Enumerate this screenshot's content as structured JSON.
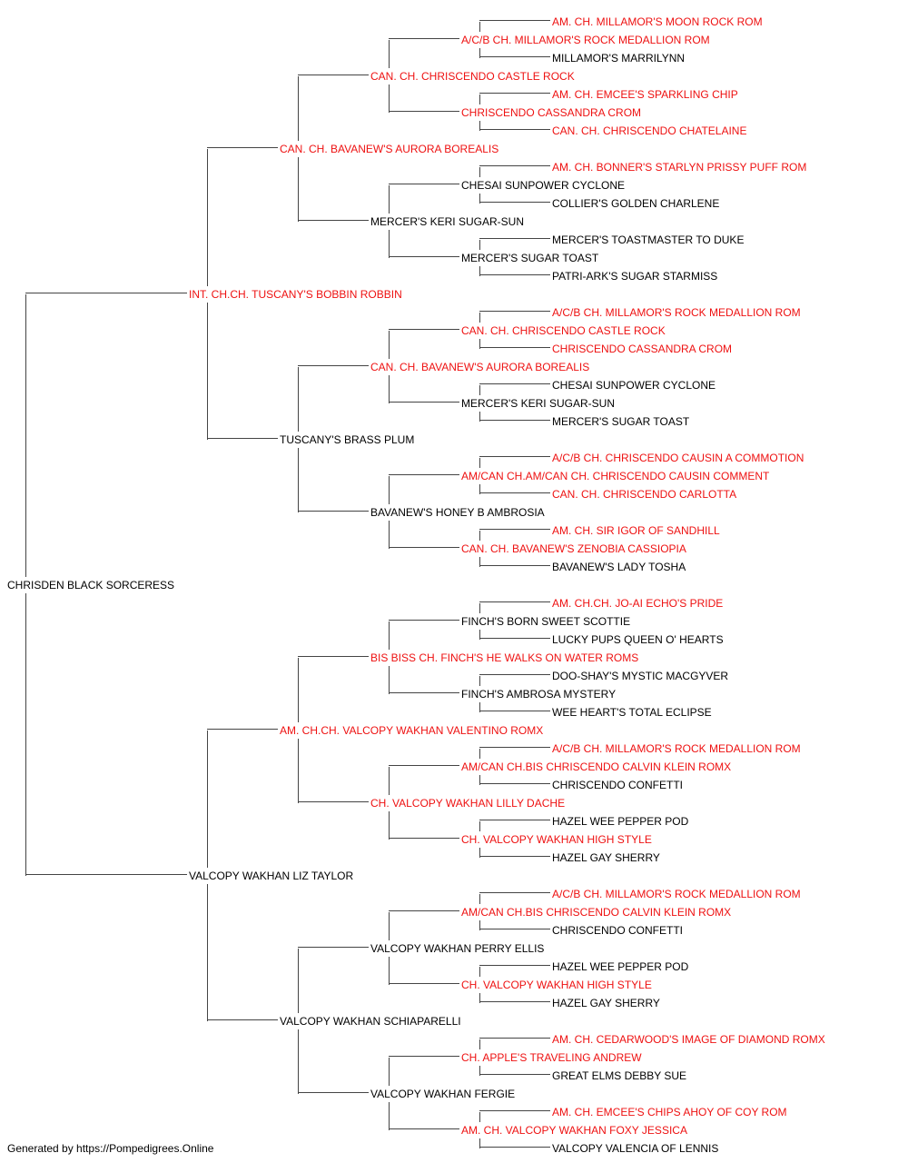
{
  "subject": {
    "name": "CHRISDEN BLACK SORCERESS",
    "champion": false
  },
  "ancestors": [
    {
      "name": "INT. CH.CH. TUSCANY'S BOBBIN ROBBIN",
      "champion": true
    },
    {
      "name": "VALCOPY WAKHAN LIZ TAYLOR",
      "champion": false
    },
    {
      "name": "CAN. CH. BAVANEW'S AURORA BOREALIS",
      "champion": true
    },
    {
      "name": "TUSCANY'S BRASS PLUM",
      "champion": false
    },
    {
      "name": "AM. CH.CH. VALCOPY WAKHAN VALENTINO ROMX",
      "champion": true
    },
    {
      "name": "VALCOPY WAKHAN SCHIAPARELLI",
      "champion": false
    },
    {
      "name": "CAN. CH. CHRISCENDO CASTLE ROCK",
      "champion": true
    },
    {
      "name": "MERCER'S KERI SUGAR-SUN",
      "champion": false
    },
    {
      "name": "CAN. CH. BAVANEW'S AURORA BOREALIS",
      "champion": true
    },
    {
      "name": "BAVANEW'S HONEY B AMBROSIA",
      "champion": false
    },
    {
      "name": "BIS BISS CH. FINCH'S HE WALKS ON WATER ROMS",
      "champion": true
    },
    {
      "name": "CH. VALCOPY WAKHAN LILLY DACHE",
      "champion": true
    },
    {
      "name": "VALCOPY WAKHAN PERRY ELLIS",
      "champion": false
    },
    {
      "name": "VALCOPY WAKHAN FERGIE",
      "champion": false
    },
    {
      "name": "A/C/B CH. MILLAMOR'S ROCK MEDALLION ROM",
      "champion": true
    },
    {
      "name": "CHRISCENDO CASSANDRA CROM",
      "champion": true
    },
    {
      "name": "CHESAI SUNPOWER CYCLONE",
      "champion": false
    },
    {
      "name": "MERCER'S SUGAR TOAST",
      "champion": false
    },
    {
      "name": "CAN. CH. CHRISCENDO CASTLE ROCK",
      "champion": true
    },
    {
      "name": "MERCER'S KERI SUGAR-SUN",
      "champion": false
    },
    {
      "name": "AM/CAN CH.AM/CAN CH. CHRISCENDO CAUSIN COMMENT",
      "champion": true
    },
    {
      "name": "CAN. CH. BAVANEW'S ZENOBIA CASSIOPIA",
      "champion": true
    },
    {
      "name": "FINCH'S BORN SWEET SCOTTIE",
      "champion": false
    },
    {
      "name": "FINCH'S AMBROSA MYSTERY",
      "champion": false
    },
    {
      "name": "AM/CAN CH.BIS CHRISCENDO CALVIN KLEIN ROMX",
      "champion": true
    },
    {
      "name": "CH. VALCOPY WAKHAN HIGH STYLE",
      "champion": true
    },
    {
      "name": "AM/CAN CH.BIS CHRISCENDO CALVIN KLEIN ROMX",
      "champion": true
    },
    {
      "name": "CH. VALCOPY WAKHAN HIGH STYLE",
      "champion": true
    },
    {
      "name": "CH. APPLE'S TRAVELING ANDREW",
      "champion": true
    },
    {
      "name": "AM. CH. VALCOPY WAKHAN FOXY JESSICA",
      "champion": true
    },
    {
      "name": "AM. CH. MILLAMOR'S MOON ROCK ROM",
      "champion": true
    },
    {
      "name": "MILLAMOR'S MARRILYNN",
      "champion": false
    },
    {
      "name": "AM. CH. EMCEE'S SPARKLING CHIP",
      "champion": true
    },
    {
      "name": "CAN. CH. CHRISCENDO CHATELAINE",
      "champion": true
    },
    {
      "name": "AM. CH. BONNER'S STARLYN PRISSY PUFF ROM",
      "champion": true
    },
    {
      "name": "COLLIER'S GOLDEN CHARLENE",
      "champion": false
    },
    {
      "name": "MERCER'S TOASTMASTER TO DUKE",
      "champion": false
    },
    {
      "name": "PATRI-ARK'S SUGAR STARMISS",
      "champion": false
    },
    {
      "name": "A/C/B CH. MILLAMOR'S ROCK MEDALLION ROM",
      "champion": true
    },
    {
      "name": "CHRISCENDO CASSANDRA CROM",
      "champion": true
    },
    {
      "name": "CHESAI SUNPOWER CYCLONE",
      "champion": false
    },
    {
      "name": "MERCER'S SUGAR TOAST",
      "champion": false
    },
    {
      "name": "A/C/B CH. CHRISCENDO CAUSIN A COMMOTION",
      "champion": true
    },
    {
      "name": "CAN. CH. CHRISCENDO CARLOTTA",
      "champion": true
    },
    {
      "name": "AM. CH. SIR IGOR OF SANDHILL",
      "champion": true
    },
    {
      "name": "BAVANEW'S LADY TOSHA",
      "champion": false
    },
    {
      "name": "AM. CH.CH. JO-AI ECHO'S PRIDE",
      "champion": true
    },
    {
      "name": "LUCKY PUPS QUEEN O' HEARTS",
      "champion": false
    },
    {
      "name": "DOO-SHAY'S MYSTIC MACGYVER",
      "champion": false
    },
    {
      "name": "WEE HEART'S TOTAL ECLIPSE",
      "champion": false
    },
    {
      "name": "A/C/B CH. MILLAMOR'S ROCK MEDALLION ROM",
      "champion": true
    },
    {
      "name": "CHRISCENDO CONFETTI",
      "champion": false
    },
    {
      "name": "HAZEL WEE PEPPER POD",
      "champion": false
    },
    {
      "name": "HAZEL GAY SHERRY",
      "champion": false
    },
    {
      "name": "A/C/B CH. MILLAMOR'S ROCK MEDALLION ROM",
      "champion": true
    },
    {
      "name": "CHRISCENDO CONFETTI",
      "champion": false
    },
    {
      "name": "HAZEL WEE PEPPER POD",
      "champion": false
    },
    {
      "name": "HAZEL GAY SHERRY",
      "champion": false
    },
    {
      "name": "AM. CH. CEDARWOOD'S IMAGE OF DIAMOND ROMX",
      "champion": true
    },
    {
      "name": "GREAT ELMS DEBBY SUE",
      "champion": false
    },
    {
      "name": "AM. CH. EMCEE'S CHIPS AHOY OF COY ROM",
      "champion": true
    },
    {
      "name": "VALCOPY VALENCIA OF LENNIS",
      "champion": false
    }
  ],
  "footer": "Generated by https://Pompedigrees.Online",
  "colors": {
    "champion": "#ee1111",
    "regular": "#000000",
    "line": "#444444"
  }
}
